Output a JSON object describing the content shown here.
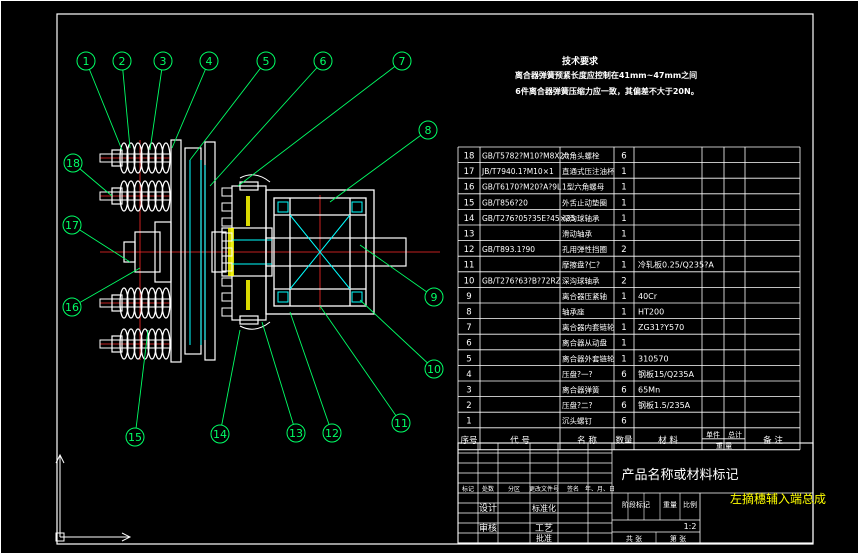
{
  "notes": {
    "title": "技术要求",
    "line1": "离合器弹簧预紧长度应控制在41mm~47mm之间",
    "line2": "6件离合器弹簧压缩力应一致，其偏差不大于20N。"
  },
  "balloons": [
    "1",
    "2",
    "3",
    "4",
    "5",
    "6",
    "7",
    "8",
    "9",
    "10",
    "11",
    "12",
    "13",
    "14",
    "15",
    "16",
    "17",
    "18"
  ],
  "bom": [
    {
      "no": "18",
      "code": "GB/T5782?M10?M8X20",
      "name": "六角头螺栓",
      "qty": "6",
      "material": ""
    },
    {
      "no": "17",
      "code": "JB/T7940.1?M10×1",
      "name": "直通式压注油杯",
      "qty": "1",
      "material": ""
    },
    {
      "no": "16",
      "code": "GB/T6170?M20?A?9L",
      "name": "1型六角螺母",
      "qty": "1",
      "material": ""
    },
    {
      "no": "15",
      "code": "GB/T856?20",
      "name": "外舌止动垫圈",
      "qty": "1",
      "material": ""
    },
    {
      "no": "14",
      "code": "GB/T276?05?35E?45×35",
      "name": "深沟球轴承",
      "qty": "1",
      "material": ""
    },
    {
      "no": "13",
      "code": "",
      "name": "滑动轴承",
      "qty": "1",
      "material": ""
    },
    {
      "no": "12",
      "code": "GB/T893.1?90",
      "name": "孔用弹性挡圈",
      "qty": "2",
      "material": ""
    },
    {
      "no": "11",
      "code": "",
      "name": "摩擦盘?仁?",
      "qty": "1",
      "material": "冷轧板0.25/Q235?A"
    },
    {
      "no": "10",
      "code": "GB/T276?63?B?72RZ",
      "name": "深沟球轴承",
      "qty": "2",
      "material": ""
    },
    {
      "no": "9",
      "code": "",
      "name": "离合器压紧轴",
      "qty": "1",
      "material": "40Cr"
    },
    {
      "no": "8",
      "code": "",
      "name": "轴承座",
      "qty": "1",
      "material": "HT200"
    },
    {
      "no": "7",
      "code": "",
      "name": "离合器内套链轮",
      "qty": "1",
      "material": "ZG31?Y570"
    },
    {
      "no": "6",
      "code": "",
      "name": "离合器从动盘",
      "qty": "1",
      "material": ""
    },
    {
      "no": "5",
      "code": "",
      "name": "离合器外套链轮",
      "qty": "1",
      "material": "310570"
    },
    {
      "no": "4",
      "code": "",
      "name": "压盘?一?",
      "qty": "6",
      "material": "钢板15/Q235A"
    },
    {
      "no": "3",
      "code": "",
      "name": "离合器弹簧",
      "qty": "6",
      "material": "65Mn"
    },
    {
      "no": "2",
      "code": "",
      "name": "压盘?二?",
      "qty": "6",
      "material": "钢板1.5/235A"
    },
    {
      "no": "1",
      "code": "",
      "name": "沉头螺钉",
      "qty": "6",
      "material": ""
    }
  ],
  "bom_header": {
    "no": "序号",
    "code": "代  号",
    "name": "名  称",
    "qty": "数量",
    "material": "材  料",
    "weight_top": "单件",
    "weight_top2": "总计",
    "weight_bottom": "重  量",
    "remark": "备  注"
  },
  "title_block": {
    "product_label": "产品名称或材料标记",
    "drawing_name": "左摘穗辅入端总成",
    "row_labels": [
      "标记",
      "处数",
      "分区",
      "更改文件号",
      "签名",
      "年、月、日"
    ],
    "design": "设计",
    "standardize": "标准化",
    "review": "审核",
    "craft": "工艺",
    "approve": "批准",
    "stage_mark": "阶段标记",
    "weight": "重量",
    "scale": "比例",
    "sheets": "共 张",
    "sheet": "第 张",
    "scale_value": "1:2"
  },
  "colors": {
    "background": "#000000",
    "line": "#ffffff",
    "balloon": "#00ff66",
    "center": "#ff2a2a",
    "part": "#00ffff",
    "hatch": "#ffff00",
    "spring": "#ffffff"
  }
}
